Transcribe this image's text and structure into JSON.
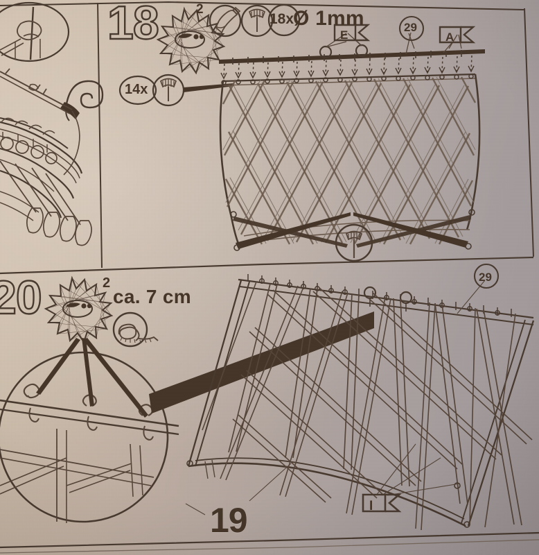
{
  "document": {
    "kind": "model-kit assembly instruction sheet",
    "subject": "ancient sailing ship (galley) rigging and sail"
  },
  "panels": [
    {
      "id": "ship-overview",
      "name": "ship bow detail panel",
      "contents": [
        "circular mast-fitting detail inset",
        "ship bow with oars and figurehead"
      ]
    },
    {
      "id": "step-18",
      "step_number": "18",
      "glue_badge_superscript": "2",
      "icons": [
        "glue-tube-icon",
        "pin-icon",
        "count-badge"
      ],
      "count_badge": "18x",
      "diameter_note": "Ø 1mm",
      "secondary_count": "14x",
      "secondary_icon": "pin-icon",
      "part_labels": [
        "E",
        "29",
        "A"
      ],
      "description": "square sail with diamond rope lattice laced to the yard"
    },
    {
      "id": "step-20",
      "step_number": "20",
      "glue_badge_superscript": "2",
      "measurement": "ca. 7 cm",
      "icons": [
        "knot-icon",
        "glue-burst-icon"
      ],
      "description": "circular enlarged detail of rope knots on the yard"
    },
    {
      "id": "step-19",
      "step_number": "19",
      "part_labels": [
        "29",
        "I"
      ],
      "description": "perspective view of the latticed sail seen from the side"
    }
  ],
  "labels": {
    "step_18": "18",
    "step_20": "20",
    "step_19": "19",
    "glue_superscript_18": "2",
    "glue_superscript_20": "2",
    "count_18x": "18x",
    "count_14x": "14x",
    "diameter": "Ø 1mm",
    "length": "ca. 7 cm",
    "flag_E": "E",
    "flag_A": "A",
    "flag_I": "I",
    "part_29_top": "29",
    "part_29_bottom": "29"
  },
  "colors": {
    "paper_warm": "#d0bfad",
    "paper_cool": "#a09899",
    "ink": "#4a3b30",
    "ink_solid": "#463629",
    "ink_light": "#6b5a4c"
  }
}
